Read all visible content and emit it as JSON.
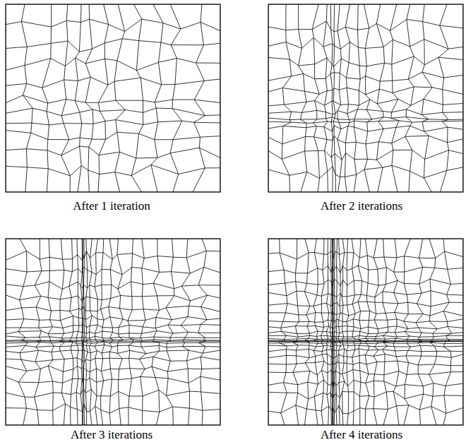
{
  "diagram": {
    "labels": [
      "After 1 iteration",
      "After 2 iterations",
      "After 3 iterations",
      "After 4 iterations"
    ]
  }
}
